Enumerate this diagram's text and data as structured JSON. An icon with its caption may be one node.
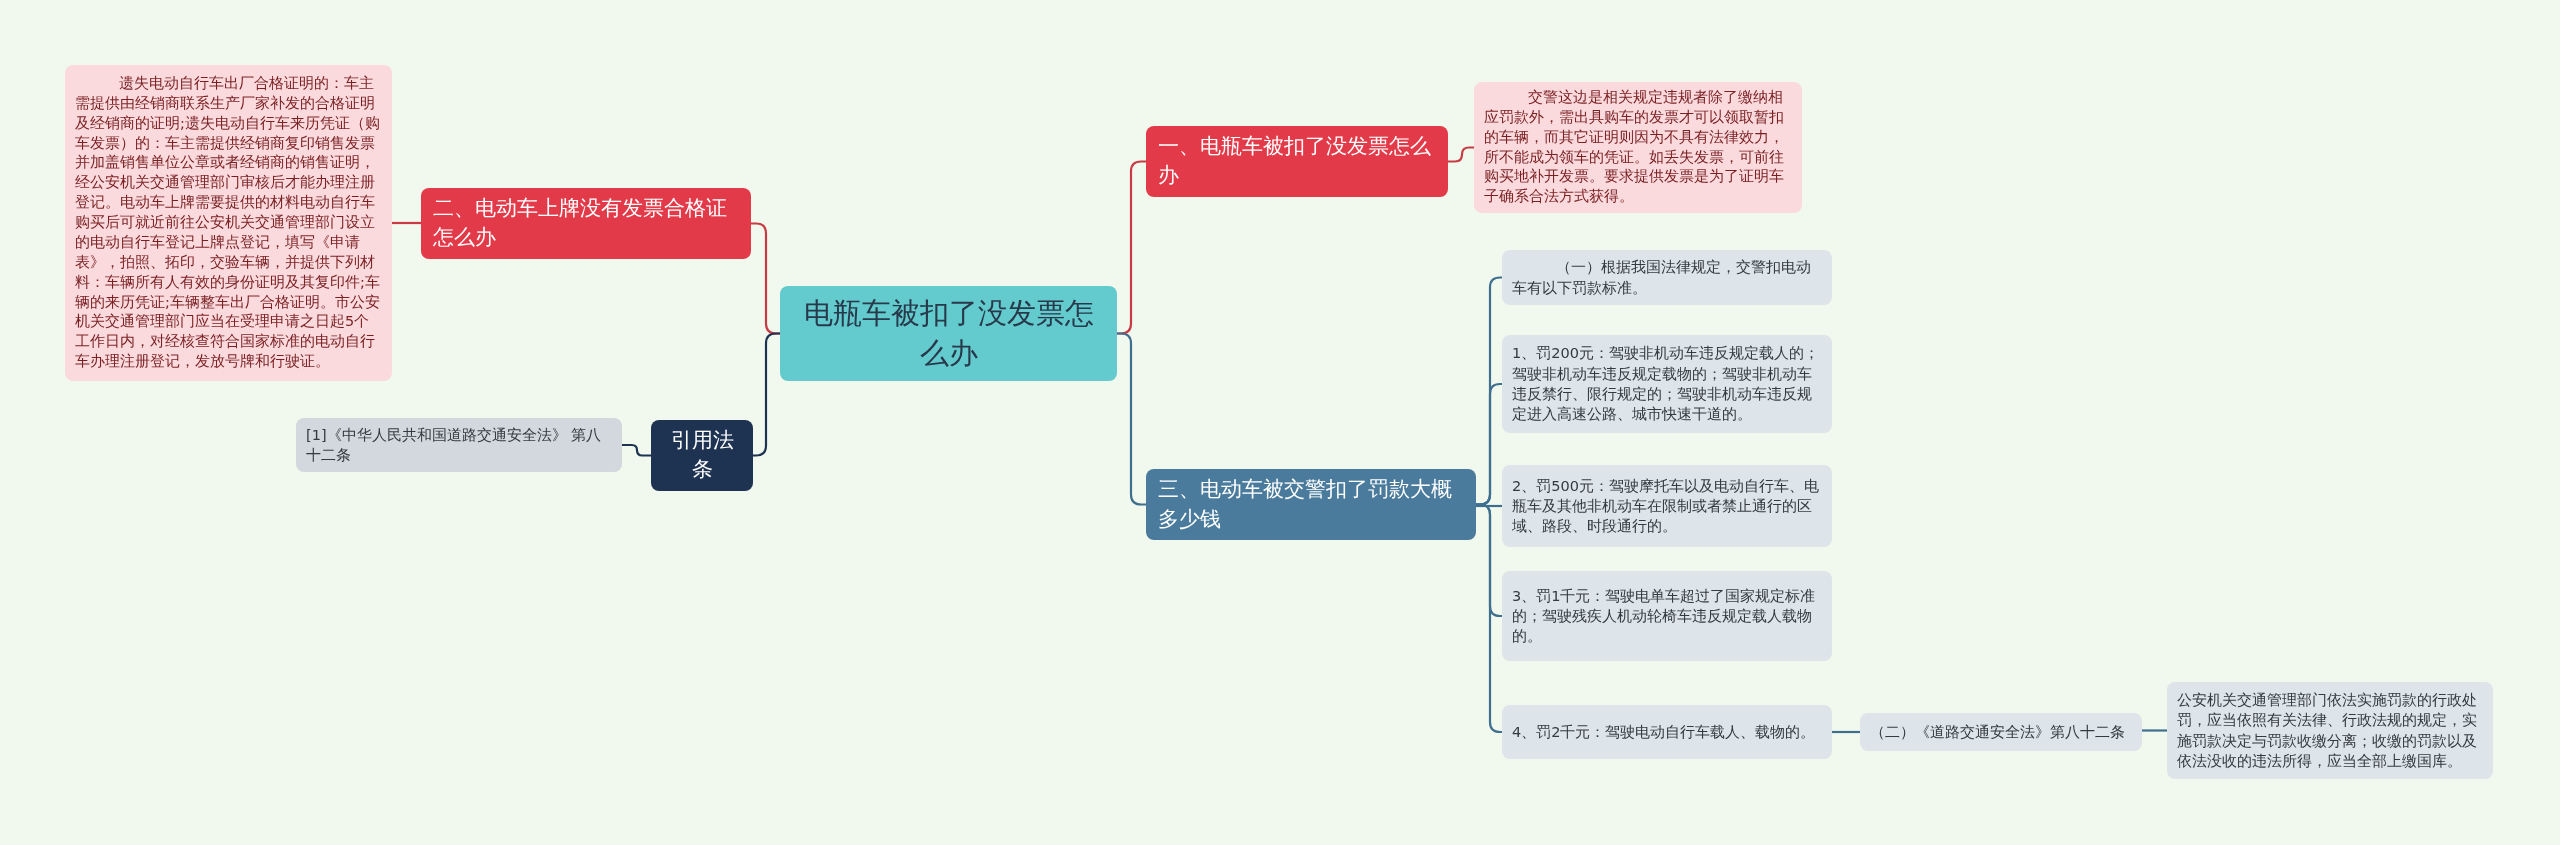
{
  "diagram": {
    "nodes": [
      {
        "text": [
          "电瓶车被扣了没发票怎么办"
        ]
      },
      {
        "text": [
          "一、电瓶车被扣了没发票怎么办"
        ]
      },
      {
        "text": [
          "交警这边是相关规定违规者除了缴纳相应罚款外，需出具购车的发票才可以领取暂扣的车辆，而其它证明则因为不具有法律效力，所不能成为领车的凭证。如丢失发票，可前往购买地补开发票。要求提供发票是为了证明车子确系合法方式获得。"
        ]
      },
      {
        "text": [
          "三、电动车被交警扣了罚款大概多少钱"
        ]
      },
      {
        "text": [
          "（一）根据我国法律规定，交警扣电动车有以下罚款标准。"
        ]
      },
      {
        "text": [
          "1、罚200元：驾驶非机动车违反规定载人的；驾驶非机动车违反规定载物的；驾驶非机动车违反禁行、限行规定的；驾驶非机动车违反规定进入高速公路、城市快速干道的。"
        ]
      },
      {
        "text": [
          "2、罚500元：驾驶摩托车以及电动自行车、电瓶车及其他非机动车在限制或者禁止通行的区域、路段、时段通行的。"
        ]
      },
      {
        "text": [
          "3、罚1千元：驾驶电单车超过了国家规定标准的；驾驶残疾人机动轮椅车违反规定载人载物的。"
        ]
      },
      {
        "text": [
          "4、罚2千元：驾驶电动自行车载人、载物的。"
        ]
      },
      {
        "text": [
          "（二）《道路交通安全法》第八十二条"
        ]
      },
      {
        "text": [
          "公安机关交通管理部门依法实施罚款的行政处罚，应当依照有关法律、行政法规的规定，实施罚款决定与罚款收缴分离；收缴的罚款以及依法没收的违法所得，应当全部上缴国库。"
        ]
      },
      {
        "text": [
          "二、电动车上牌没有发票合格证怎么办"
        ]
      },
      {
        "text": [
          "遗失电动自行车出厂合格证明的：车主需提供由经销商联系生产厂家补发的合格证明及经销商的证明;遗失电动自行车来历凭证（购车发票）的：车主需提供经销商复印销售发票并加盖销售单位公章或者经销商的销售证明，经公安机关交通管理部门审核后才能办理注册登记。电动车上牌需要提供的材料电动自行车购买后可就近前往公安机关交通管理部门设立的电动自行车登记上牌点登记，填写《申请表》，拍照、拓印，交验车辆，并提供下列材料：车辆所有人有效的身份证明及其复印件;车辆的来历凭证;车辆整车出厂合格证明。市公安机关交通管理部门应当在受理申请之日起5个工作日内，对经核查符合国家标准的电动自行车办理注册登记，发放号牌和行驶证。"
        ]
      },
      {
        "text": [
          "引用法条"
        ]
      },
      {
        "text": [
          "[1]《中华人民共和国道路交通安全法》 第八十二条"
        ]
      }
    ],
    "edges": [
      {
        "from": 0,
        "to": 1,
        "arrow": "none",
        "color": "#c83a44"
      },
      {
        "from": 1,
        "to": 2,
        "arrow": "none",
        "color": "#c83a44"
      },
      {
        "from": 0,
        "to": 3,
        "arrow": "none"
      },
      {
        "from": 3,
        "to": 4,
        "arrow": "none"
      },
      {
        "from": 3,
        "to": 5,
        "arrow": "none"
      },
      {
        "from": 3,
        "to": 6,
        "arrow": "none"
      },
      {
        "from": 3,
        "to": 7,
        "arrow": "none"
      },
      {
        "from": 3,
        "to": 8,
        "arrow": "none"
      },
      {
        "from": 8,
        "to": 9,
        "arrow": "none"
      },
      {
        "from": 9,
        "to": 10,
        "arrow": "none"
      },
      {
        "from": 0,
        "to": 11,
        "arrow": "none",
        "color": "#c83a44"
      },
      {
        "from": 11,
        "to": 12,
        "arrow": "none",
        "color": "#c83a44"
      },
      {
        "from": 0,
        "to": 13,
        "arrow": "none",
        "color": "#1e3352"
      },
      {
        "from": 13,
        "to": 14,
        "arrow": "none",
        "color": "#1e3352"
      }
    ]
  }
}
